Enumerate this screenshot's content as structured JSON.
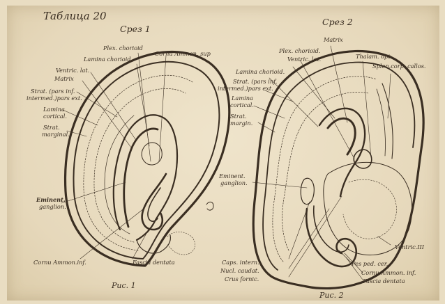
{
  "plate_title": "Таблица 20",
  "figure1": {
    "section_title": "Срез 1",
    "caption": "Рис. 1",
    "labels": {
      "plex_chorioid": "Plex. chorioid",
      "cornu_ammon_sup": "Cornu Ammon. sup",
      "lamina_chorioid": "Lamina chorioid.",
      "ventric_lat": "Ventric. lat.",
      "matrix": "Matrix",
      "strat_pars_inf_1": "Strat. (pars inf.",
      "strat_pars_inf_2": "intermed.)pars ext.",
      "lamina_cortical_1": "Lamina",
      "lamina_cortical_2": "cortical.",
      "strat_marginal_1": "Strat.",
      "strat_marginal_2": "marginal.",
      "eminent_ganglion_1": "Eminent.",
      "eminent_ganglion_2": "ganglion.",
      "cornu_ammon_inf": "Cornu Ammon.inf.",
      "fascia_dentata": "Fascia dentata"
    }
  },
  "figure2": {
    "section_title": "Срез 2",
    "caption": "Рис. 2",
    "labels": {
      "matrix": "Matrix",
      "plex_chorioid": "Plex. chorioid.",
      "ventric_lat": "Ventric. lat.",
      "thalam_opt": "Thalam. opt.",
      "splen_corp_callos": "Splen.corp. callos.",
      "lamina_chorioid": "Lamina chorioid.",
      "strat_1": "Strat. (pars inf.",
      "strat_2": "intermed.)pars ext.",
      "lamina_cortical_1": "Lamina",
      "lamina_cortical_2": "cortical.",
      "strat_marginal_1": "Strat.",
      "strat_marginal_2": "margin.",
      "eminent_ganglion_1": "Eminent.",
      "eminent_ganglion_2": "ganglion.",
      "ventric_iii": "Ventric.III",
      "caps_intern": "Caps. intern.",
      "nucl_caudat": "Nucl. caudat.",
      "crus_fornic": "Crus fornic.",
      "pes_ped_cer": "Pes ped. cer.",
      "cornu_ammon_inf": "Cornu Ammon. inf.",
      "fascia_dentata": "Fascia dentata"
    }
  },
  "colors": {
    "paper": "#e9ddc2",
    "ink": "#3a2e22"
  }
}
